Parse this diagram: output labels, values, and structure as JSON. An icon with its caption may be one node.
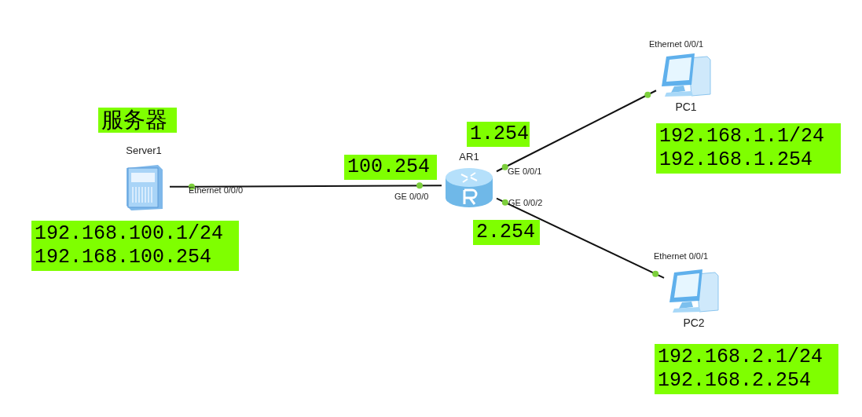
{
  "diagram": {
    "nodes": [
      {
        "text": [
          "服务器"
        ]
      },
      {
        "text": [
          "Server1"
        ]
      },
      {
        "text": [
          "AR1"
        ]
      },
      {
        "text": [
          "PC1"
        ]
      },
      {
        "text": [
          "PC2"
        ]
      },
      {
        "text": [
          "100.254"
        ]
      },
      {
        "text": [
          "1.254"
        ]
      },
      {
        "text": [
          "2.254"
        ]
      },
      {
        "text": [
          "192.168.100.1/24",
          "192.168.100.254"
        ]
      },
      {
        "text": [
          "192.168.1.1/24",
          "192.168.1.254"
        ]
      },
      {
        "text": [
          "192.168.2.1/24",
          "192.168.2.254"
        ]
      }
    ],
    "edges": [
      {
        "from": 1,
        "to": 2,
        "arrow": "none"
      },
      {
        "from": 2,
        "to": 3,
        "arrow": "none"
      },
      {
        "from": 2,
        "to": 4,
        "arrow": "none"
      }
    ],
    "labels": [
      "Ethernet 0/0/0",
      "GE 0/0/0",
      "GE 0/0/1",
      "GE 0/0/2",
      "Ethernet 0/0/1",
      "Ethernet 0/0/1"
    ]
  }
}
